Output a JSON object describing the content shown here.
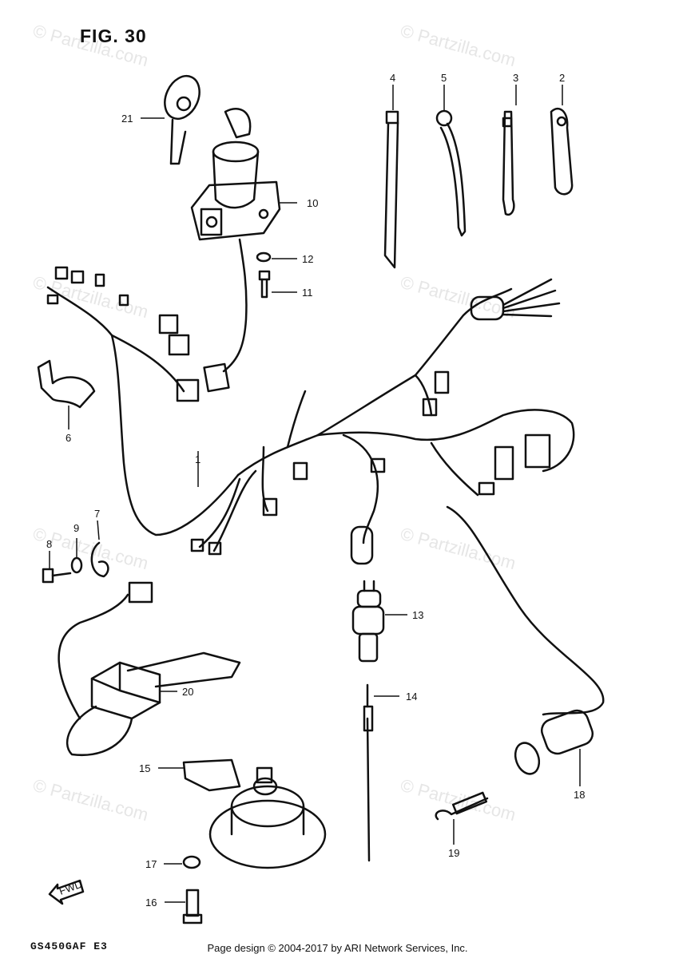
{
  "figure": {
    "title": "FIG. 30",
    "model_code": "GS450GAF E3"
  },
  "footer": {
    "text": "Page design © 2004-2017 by ARI Network Services, Inc."
  },
  "watermark": {
    "text": "© Partzilla.com"
  },
  "front_arrow": {
    "label": "FWD"
  },
  "callouts": {
    "c1": "1",
    "c2": "2",
    "c3": "3",
    "c4": "4",
    "c5": "5",
    "c6": "6",
    "c7": "7",
    "c8": "8",
    "c9": "9",
    "c10": "10",
    "c11": "11",
    "c12": "12",
    "c13": "13",
    "c14": "14",
    "c15": "15",
    "c16": "16",
    "c17": "17",
    "c18": "18",
    "c19": "19",
    "c20": "20",
    "c21": "21"
  }
}
